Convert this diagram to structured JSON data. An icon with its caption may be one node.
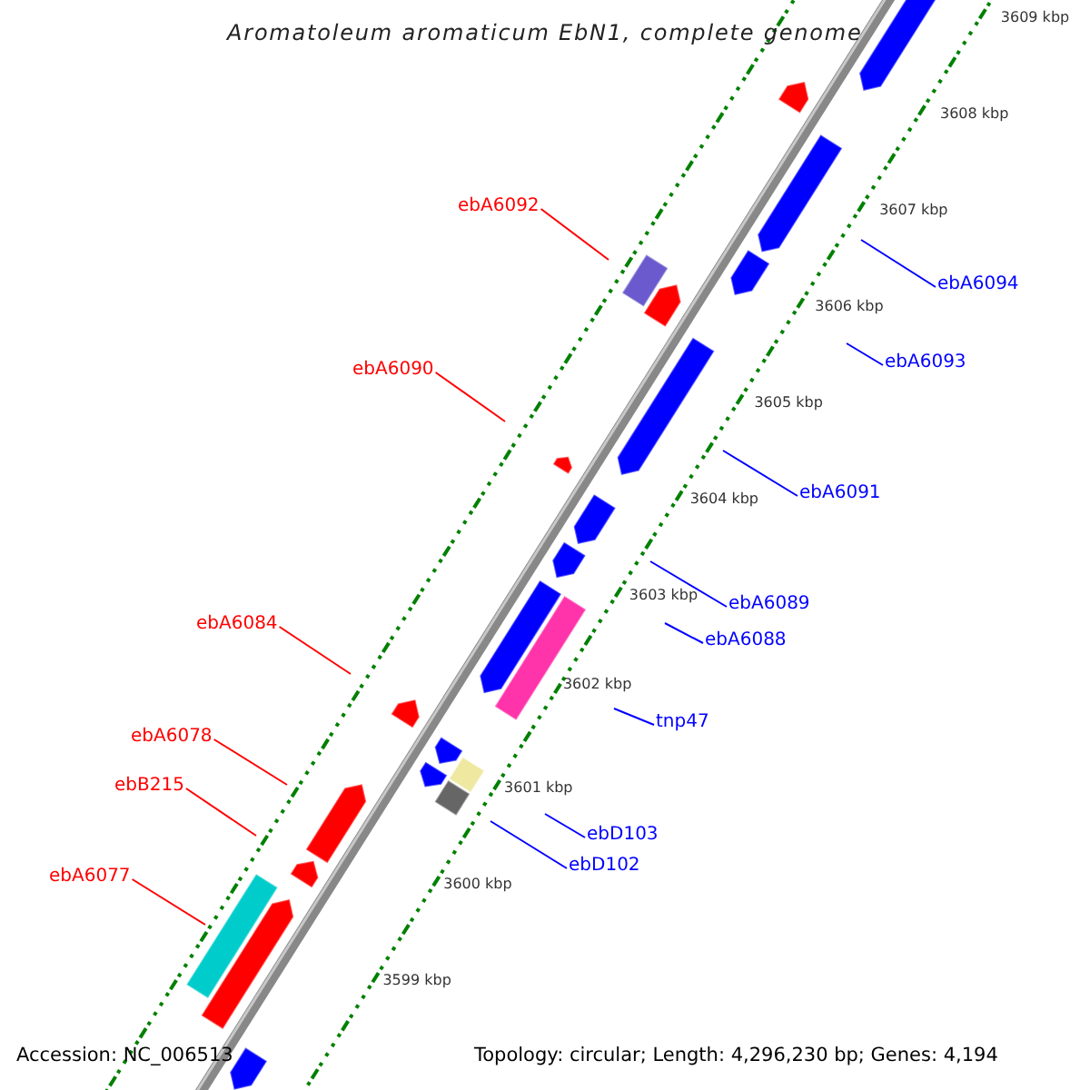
{
  "diagram": {
    "title": "Aromatoleum aromaticum EbN1, complete genome",
    "nodes": [
      {
        "text": [
          "ebA6092"
        ]
      },
      {
        "text": [
          "ebA6094"
        ]
      },
      {
        "text": [
          "ebA6093"
        ]
      },
      {
        "text": [
          "ebA6090"
        ]
      },
      {
        "text": [
          "ebA6091"
        ]
      },
      {
        "text": [
          "ebA6089"
        ]
      },
      {
        "text": [
          "ebA6084"
        ]
      },
      {
        "text": [
          "ebA6088"
        ]
      },
      {
        "text": [
          "tnp47"
        ]
      },
      {
        "text": [
          "ebA6078"
        ]
      },
      {
        "text": [
          "ebB215"
        ]
      },
      {
        "text": [
          "ebD103"
        ]
      },
      {
        "text": [
          "ebD102"
        ]
      },
      {
        "text": [
          "ebA6077"
        ]
      }
    ],
    "edges": [
      {
        "from": 0,
        "to": null,
        "arrow": "none",
        "color": "#ff0000"
      },
      {
        "from": 1,
        "to": null,
        "arrow": "none"
      },
      {
        "from": 2,
        "to": null,
        "arrow": "none"
      },
      {
        "from": 3,
        "to": null,
        "arrow": "none",
        "color": "#ff0000"
      },
      {
        "from": 4,
        "to": null,
        "arrow": "none"
      },
      {
        "from": 5,
        "to": null,
        "arrow": "none"
      },
      {
        "from": 6,
        "to": null,
        "arrow": "none",
        "color": "#ff0000"
      },
      {
        "from": 7,
        "to": null,
        "arrow": "none"
      },
      {
        "from": 8,
        "to": null,
        "arrow": "none"
      },
      {
        "from": 9,
        "to": null,
        "arrow": "none",
        "color": "#ff0000"
      },
      {
        "from": 10,
        "to": null,
        "arrow": "none",
        "color": "#ff0000"
      },
      {
        "from": 11,
        "to": null,
        "arrow": "none"
      },
      {
        "from": 12,
        "to": null,
        "arrow": "none"
      },
      {
        "from": 13,
        "to": null,
        "arrow": "none",
        "color": "#ff0000"
      }
    ],
    "labels": [
      "3609 kbp",
      "3608 kbp",
      "3607 kbp",
      "3606 kbp",
      "3605 kbp",
      "3604 kbp",
      "3603 kbp",
      "3602 kbp",
      "3601 kbp",
      "3600 kbp",
      "3599 kbp",
      "Accession: NC_006513",
      "Topology: circular; Length: 4,296,230 bp; Genes: 4,194"
    ]
  }
}
